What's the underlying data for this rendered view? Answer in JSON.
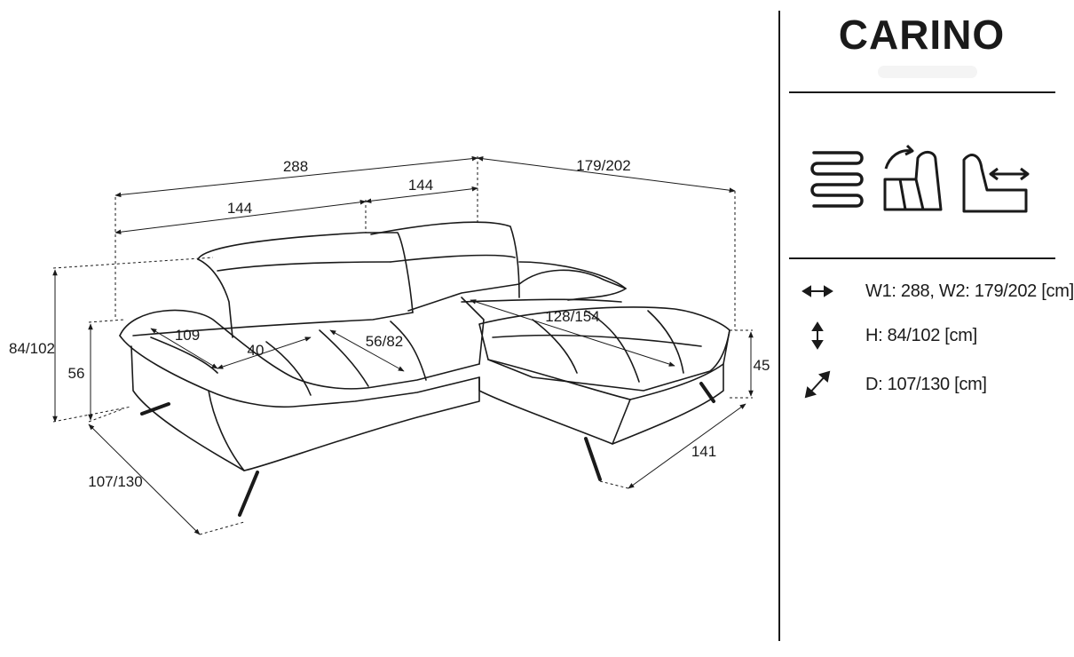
{
  "product": {
    "name": "CARINO"
  },
  "dimensions": {
    "overall_width": "288",
    "half_width_left": "144",
    "half_width_right": "144",
    "chaise_length": "179/202",
    "seat_depth": "109",
    "armrest": "40",
    "backrest_depth": "56/82",
    "chaise_depth": "128/154",
    "total_height": "84/102",
    "arm_height": "56",
    "seat_height": "45",
    "depth": "107/130",
    "chaise_width": "141"
  },
  "features": [
    {
      "icon": "spring-icon"
    },
    {
      "icon": "adjustable-headrest-icon"
    },
    {
      "icon": "sliding-seat-icon"
    }
  ],
  "specs": [
    {
      "icon": "width-arrow-icon",
      "text": "W1: 288, W2: 179/202 [cm]"
    },
    {
      "icon": "height-arrow-icon",
      "text": "H: 84/102 [cm]"
    },
    {
      "icon": "depth-arrow-icon",
      "text": "D: 107/130 [cm]"
    }
  ]
}
